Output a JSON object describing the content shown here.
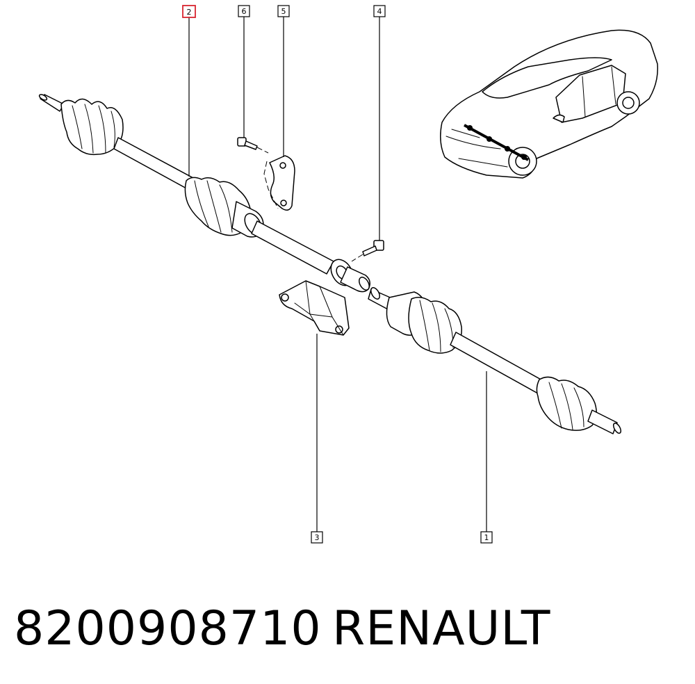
{
  "callouts": {
    "c1": "1",
    "c2": "2",
    "c3": "3",
    "c4": "4",
    "c5": "5",
    "c6": "6"
  },
  "selected_callout": "2",
  "colors": {
    "line": "#000000",
    "highlight": "#d8252f",
    "background": "#ffffff"
  },
  "footer": {
    "part_number": "8200908710",
    "brand": "RENAULT"
  }
}
